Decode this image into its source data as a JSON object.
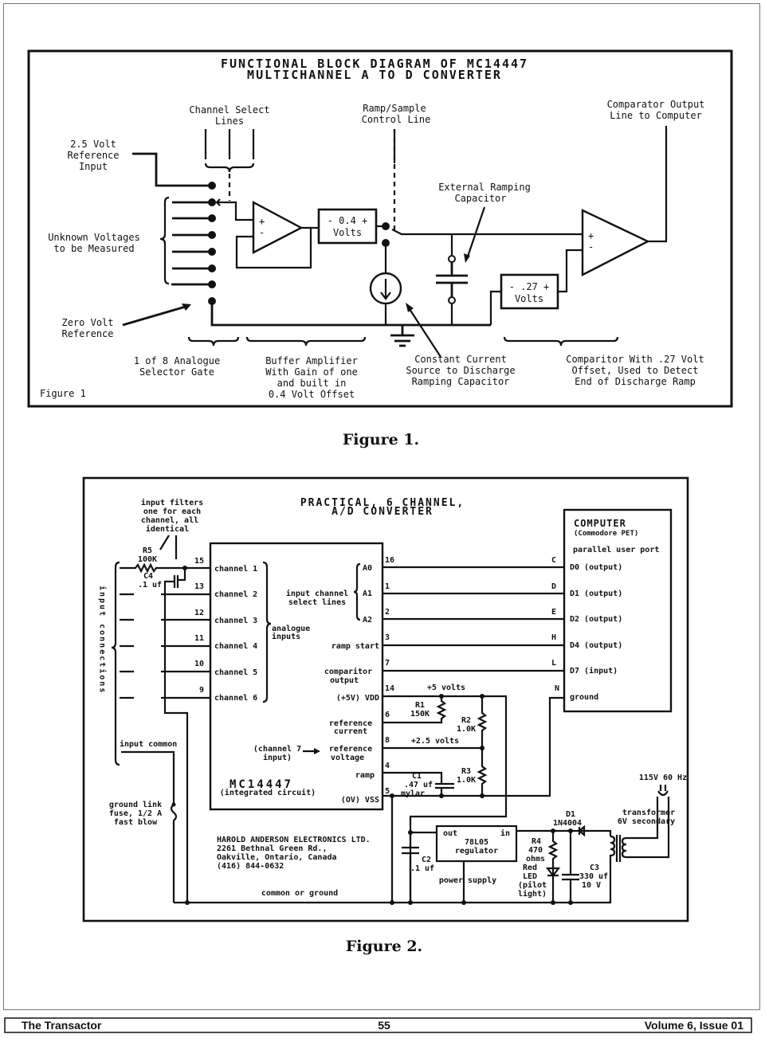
{
  "figure1": {
    "title_line1": "FUNCTIONAL BLOCK DIAGRAM OF MC14447",
    "title_line2": "MULTICHANNEL A TO D CONVERTER",
    "labels": {
      "channel_select_1": "Channel Select",
      "channel_select_2": "Lines",
      "ramp_sample_1": "Ramp/Sample",
      "ramp_sample_2": "Control Line",
      "comparator_out_1": "Comparator Output",
      "comparator_out_2": "Line to  Computer",
      "ref_input_1": "2.5  Volt",
      "ref_input_2": "Reference",
      "ref_input_3": "Input",
      "unknown_1": "Unknown Voltages",
      "unknown_2": "to  be  Measured",
      "zero_ref_1": "Zero Volt",
      "zero_ref_2": "Reference",
      "ext_cap_1": "External Ramping",
      "ext_cap_2": "Capacitor",
      "offset_box_1": "- 0.4 +",
      "offset_box_2": "Volts",
      "comp_offset_1": "- .27 +",
      "comp_offset_2": "Volts",
      "opamp_plus": "+",
      "opamp_minus": "-"
    },
    "descriptions": {
      "selector_1": "1 of 8 Analogue",
      "selector_2": "Selector    Gate",
      "buffer_1": "Buffer Amplifier",
      "buffer_2": "With Gain of one",
      "buffer_3": "and   built   in",
      "buffer_4": "0.4 Volt  Offset",
      "source_1": "Constant    Current",
      "source_2": "Source to Discharge",
      "source_3": "Ramping   Capacitor",
      "comparator_1": "Comparitor With .27 Volt",
      "comparator_2": "Offset, Used to  Detect",
      "comparator_3": "End  of  Discharge  Ramp"
    },
    "inner_label": "Figure 1",
    "caption": "Figure 1."
  },
  "figure2": {
    "title_line1": "PRACTICAL, 6 CHANNEL,",
    "title_line2": "A/D CONVERTER",
    "input_filters": [
      "input filters",
      "one for each",
      "channel, all",
      "identical"
    ],
    "r5": [
      "R5",
      "100K"
    ],
    "c4": [
      "C4",
      ".1 uf"
    ],
    "input_connections": "input connections",
    "input_common": "input common",
    "ground_link": [
      "ground link",
      "fuse, 1/2 A",
      "fast blow"
    ],
    "ic": {
      "name": "MC14447",
      "subtitle": "(integrated circuit)",
      "channels": [
        {
          "pin": "15",
          "label": "channel  1"
        },
        {
          "pin": "13",
          "label": "channel  2"
        },
        {
          "pin": "12",
          "label": "channel  3"
        },
        {
          "pin": "11",
          "label": "channel  4"
        },
        {
          "pin": "10",
          "label": "channel  5"
        },
        {
          "pin": "9",
          "label": "channel  6"
        }
      ],
      "analogue_inputs": [
        "analogue",
        "inputs"
      ],
      "select_lines": [
        "input channel",
        "select lines"
      ],
      "right_pins": [
        {
          "pin": "16",
          "label": "A0"
        },
        {
          "pin": "1",
          "label": "A1"
        },
        {
          "pin": "2",
          "label": "A2"
        },
        {
          "pin": "3",
          "label": "ramp start"
        },
        {
          "pin": "7",
          "label": "comparitor output"
        },
        {
          "pin": "14",
          "label": "(+5V)  VDD"
        },
        {
          "pin": "6",
          "label": "reference current"
        },
        {
          "pin": "8",
          "label": "reference voltage"
        },
        {
          "pin": "4",
          "label": "ramp"
        },
        {
          "pin": "5",
          "label": "(OV)  VSS"
        }
      ],
      "channel7": [
        "(channel 7",
        "input)"
      ]
    },
    "computer": {
      "title": "COMPUTER",
      "subtitle": "(Commodore PET)",
      "port": "parallel user port",
      "lines": [
        {
          "pin": "C",
          "label": "D0  (output)"
        },
        {
          "pin": "D",
          "label": "D1  (output)"
        },
        {
          "pin": "E",
          "label": "D2  (output)"
        },
        {
          "pin": "H",
          "label": "D4  (output)"
        },
        {
          "pin": "L",
          "label": "D7  (input)"
        },
        {
          "pin": "N",
          "label": "ground"
        }
      ]
    },
    "rails": {
      "plus5": "+5 volts",
      "plus2_5": "+2.5 volts"
    },
    "r1": [
      "R1",
      "150K"
    ],
    "r2": [
      "R2",
      "1.0K"
    ],
    "r3": [
      "R3",
      "1.0K"
    ],
    "c1": [
      "C1",
      ".47 uf",
      "mylar"
    ],
    "mains": "115V 60 Hz",
    "d1": [
      "D1",
      "1N4004"
    ],
    "transformer": [
      "transformer",
      "6V secondary"
    ],
    "regulator": {
      "out": "out",
      "in": "in",
      "name": "78L05",
      "type": "regulator"
    },
    "c2": [
      "C2",
      ".1 uf"
    ],
    "power_supply": "power  supply",
    "r4": [
      "R4",
      "470",
      "ohms"
    ],
    "led": [
      "Red",
      "LED",
      "(pilot",
      "light)"
    ],
    "c3": [
      "C3",
      "330 uf",
      "10 V"
    ],
    "company": [
      "HAROLD ANDERSON ELECTRONICS LTD.",
      "2261 Bethnal Green Rd.,",
      "Oakville, Ontario, Canada",
      "(416) 844-0632"
    ],
    "common_ground": "common  or  ground",
    "caption": "Figure 2."
  },
  "footer": {
    "publication": "The Transactor",
    "page_number": "55",
    "issue": "Volume 6, Issue 01"
  }
}
